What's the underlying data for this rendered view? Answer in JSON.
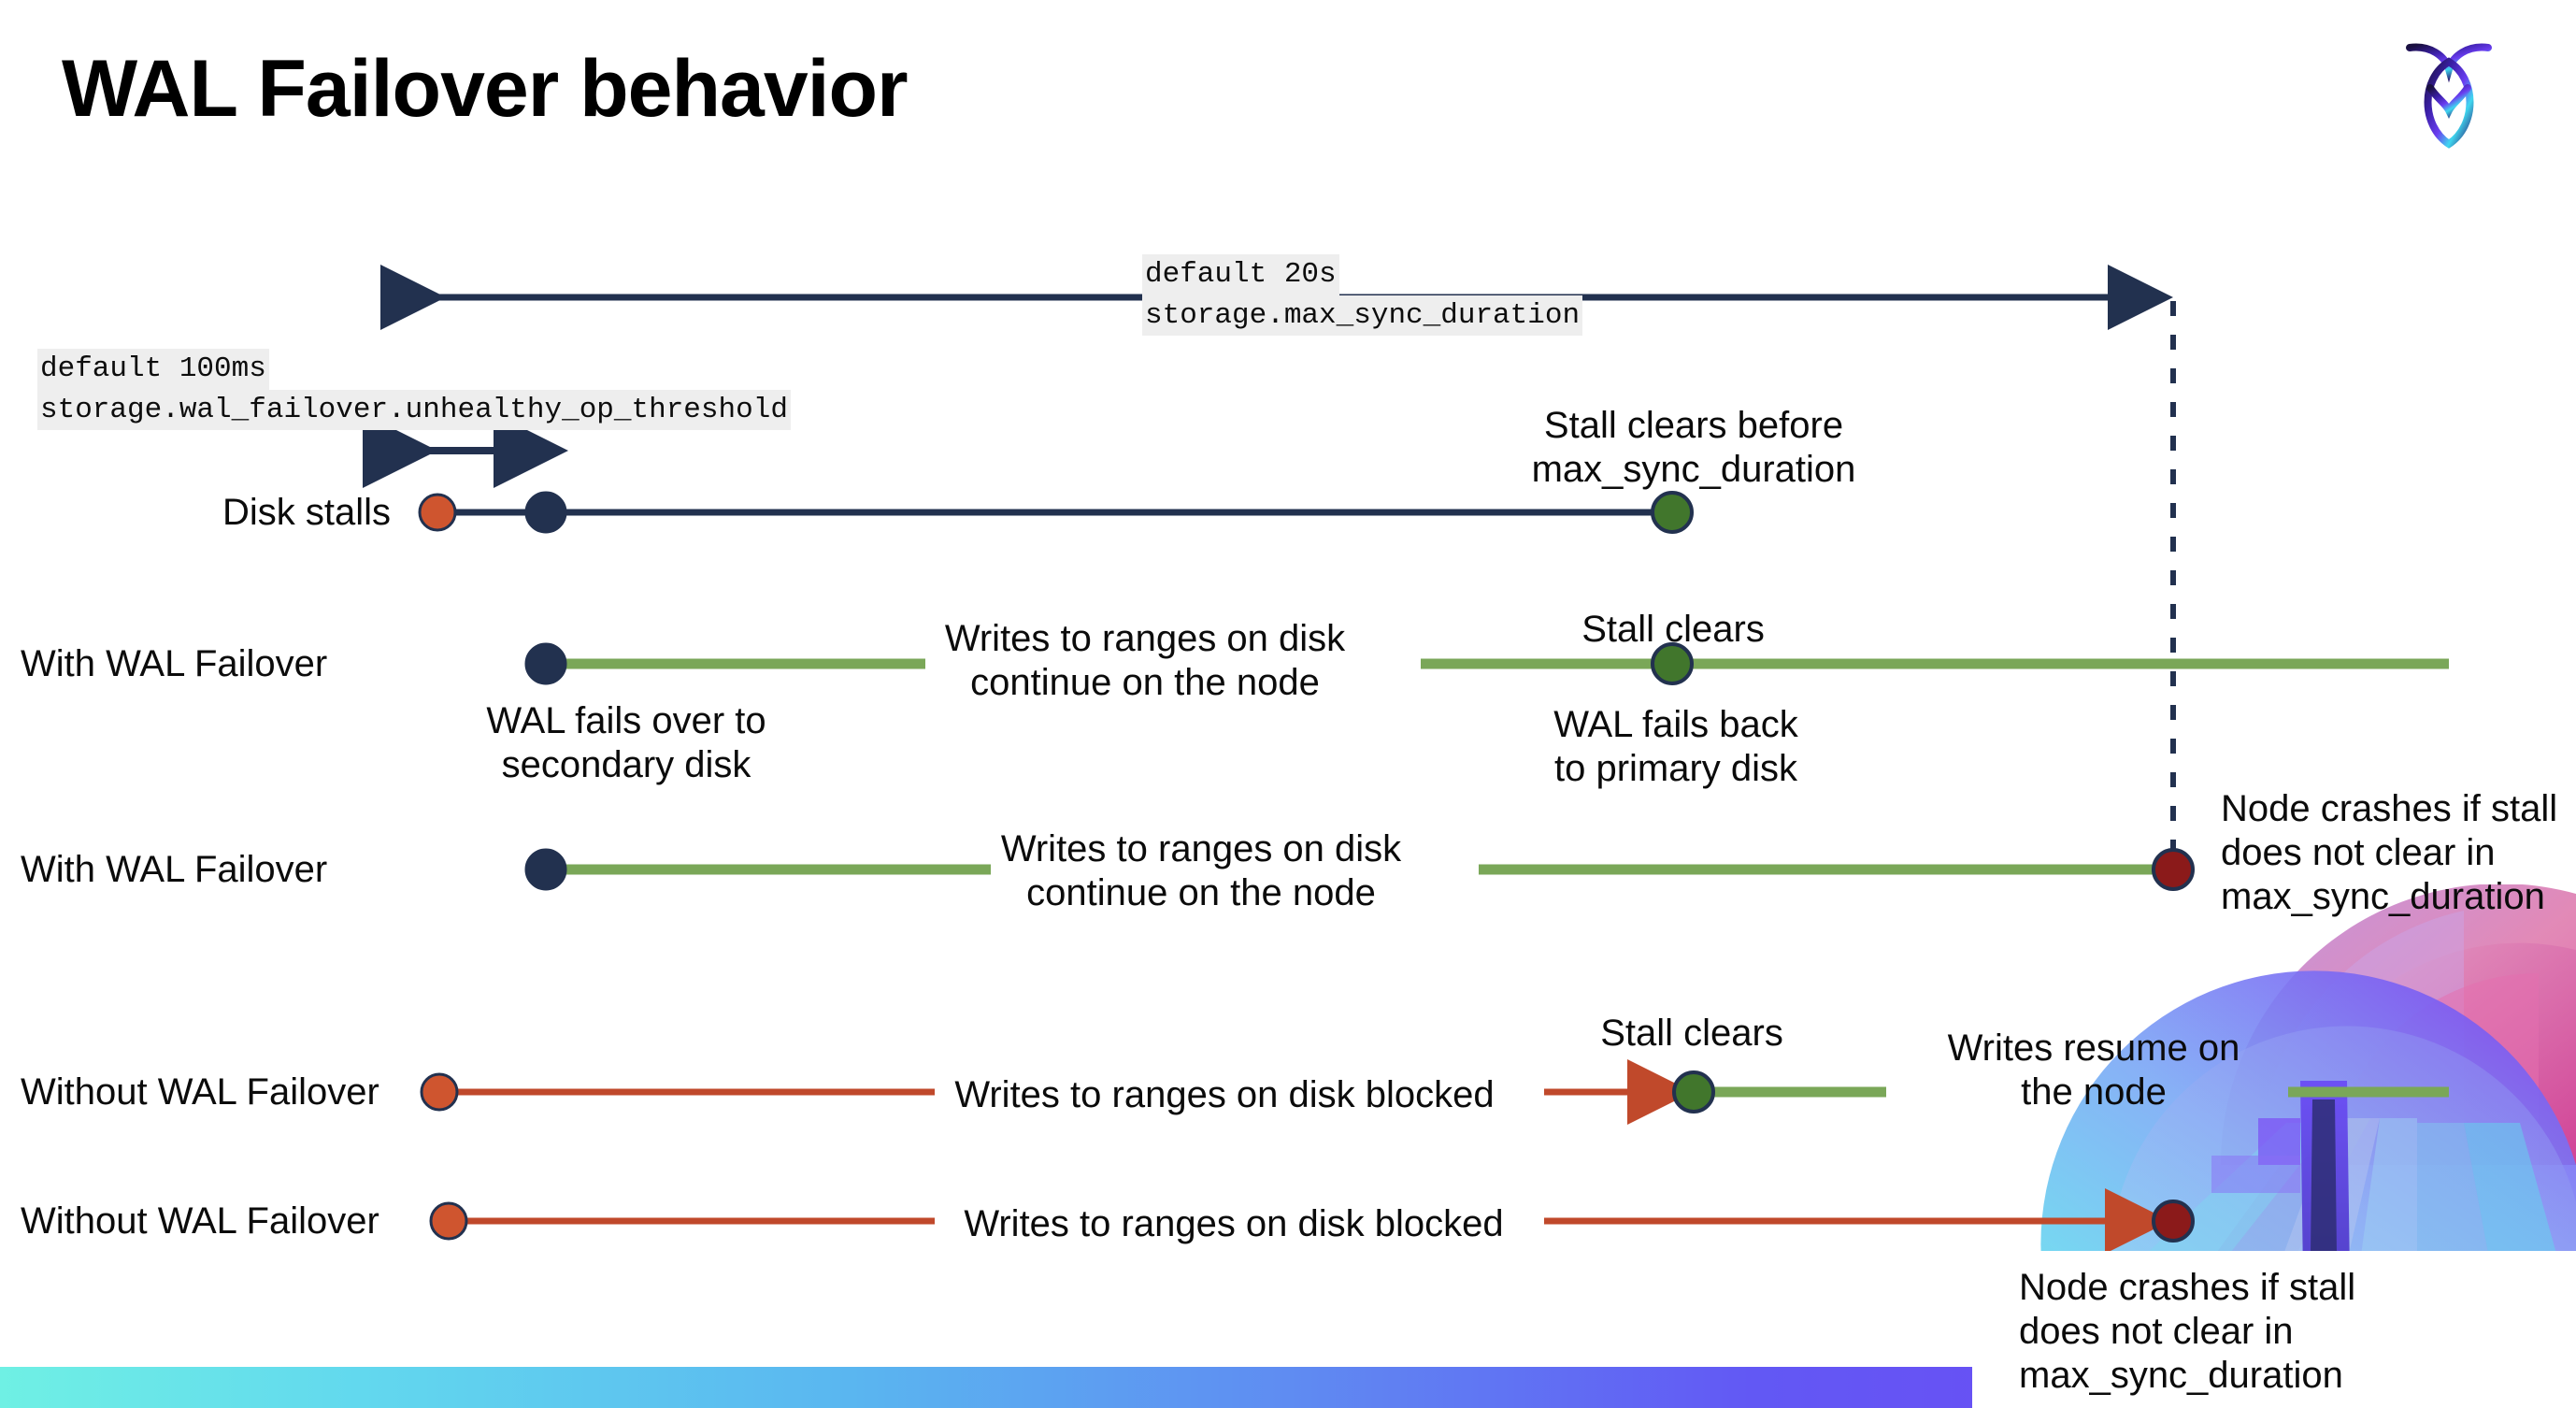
{
  "slide": {
    "title": "WAL Failover behavior",
    "logo_name": "cockroachdb-logo",
    "background": "#ffffff"
  },
  "colors": {
    "navy": "#22314f",
    "green_line": "#7aa758",
    "green_dot": "#41762c",
    "red_line": "#c0492b",
    "orange_dot": "#cf552f",
    "darkred_dot": "#8b1a1a",
    "code_chip_bg": "#eeeeee",
    "text": "#0b0b0b"
  },
  "settings": {
    "max_sync": {
      "default_label": "default 20s",
      "cluster_setting": "storage.max_sync_duration"
    },
    "unhealthy_op": {
      "default_label": "default 100ms",
      "cluster_setting": "storage.wal_failover.unhealthy_op_threshold"
    }
  },
  "rows": [
    {
      "label": "Disk stalls",
      "annotations": [
        "Stall clears before",
        "max_sync_duration"
      ]
    },
    {
      "label": "With WAL Failover",
      "annotations": [
        "Writes to ranges on disk",
        "continue on the node",
        "Stall clears",
        "WAL fails over to",
        "secondary disk",
        "WAL fails  back",
        "to primary disk"
      ]
    },
    {
      "label": "With WAL Failover",
      "annotations": [
        "Writes to ranges on disk",
        "continue on the node",
        "Node crashes if stall",
        "does not clear in",
        "max_sync_duration"
      ]
    },
    {
      "label": "Without WAL Failover",
      "annotations": [
        "Writes to ranges on disk  blocked",
        "Stall clears",
        "Writes resume on",
        "the node"
      ]
    },
    {
      "label": "Without WAL Failover",
      "annotations": [
        "Writes to ranges on disk  blocked",
        "Node crashes if stall",
        "does not clear in",
        "max_sync_duration"
      ]
    }
  ],
  "labels": {
    "row1_label": "Disk stalls",
    "row2_label": "With WAL Failover",
    "row3_label": "With WAL Failover",
    "row4_label": "Without WAL Failover",
    "row5_label": "Without WAL Failover",
    "stall_clears_before_l1": "Stall clears before",
    "stall_clears_before_l2": "max_sync_duration",
    "writes_continue_l1": "Writes to ranges on disk",
    "writes_continue_l2": "continue on the node",
    "stall_clears": "Stall clears",
    "wal_fails_over_l1": "WAL fails over to",
    "wal_fails_over_l2": "secondary disk",
    "wal_fails_back_l1": "WAL fails  back",
    "wal_fails_back_l2": "to primary disk",
    "writes_continue2_l1": "Writes to ranges on disk",
    "writes_continue2_l2": "continue on the node",
    "node_crashes_l1": "Node crashes if stall",
    "node_crashes_l2": "does not clear in",
    "node_crashes_l3": "max_sync_duration",
    "stall_clears2": "Stall clears",
    "writes_blocked": "Writes to ranges on disk  blocked",
    "writes_resume_l1": "Writes resume on",
    "writes_resume_l2": "the node",
    "writes_blocked2": "Writes to ranges on disk  blocked",
    "node_crashes2_l1": "Node crashes if stall",
    "node_crashes2_l2": "does not clear in",
    "node_crashes2_l3": "max_sync_duration"
  }
}
